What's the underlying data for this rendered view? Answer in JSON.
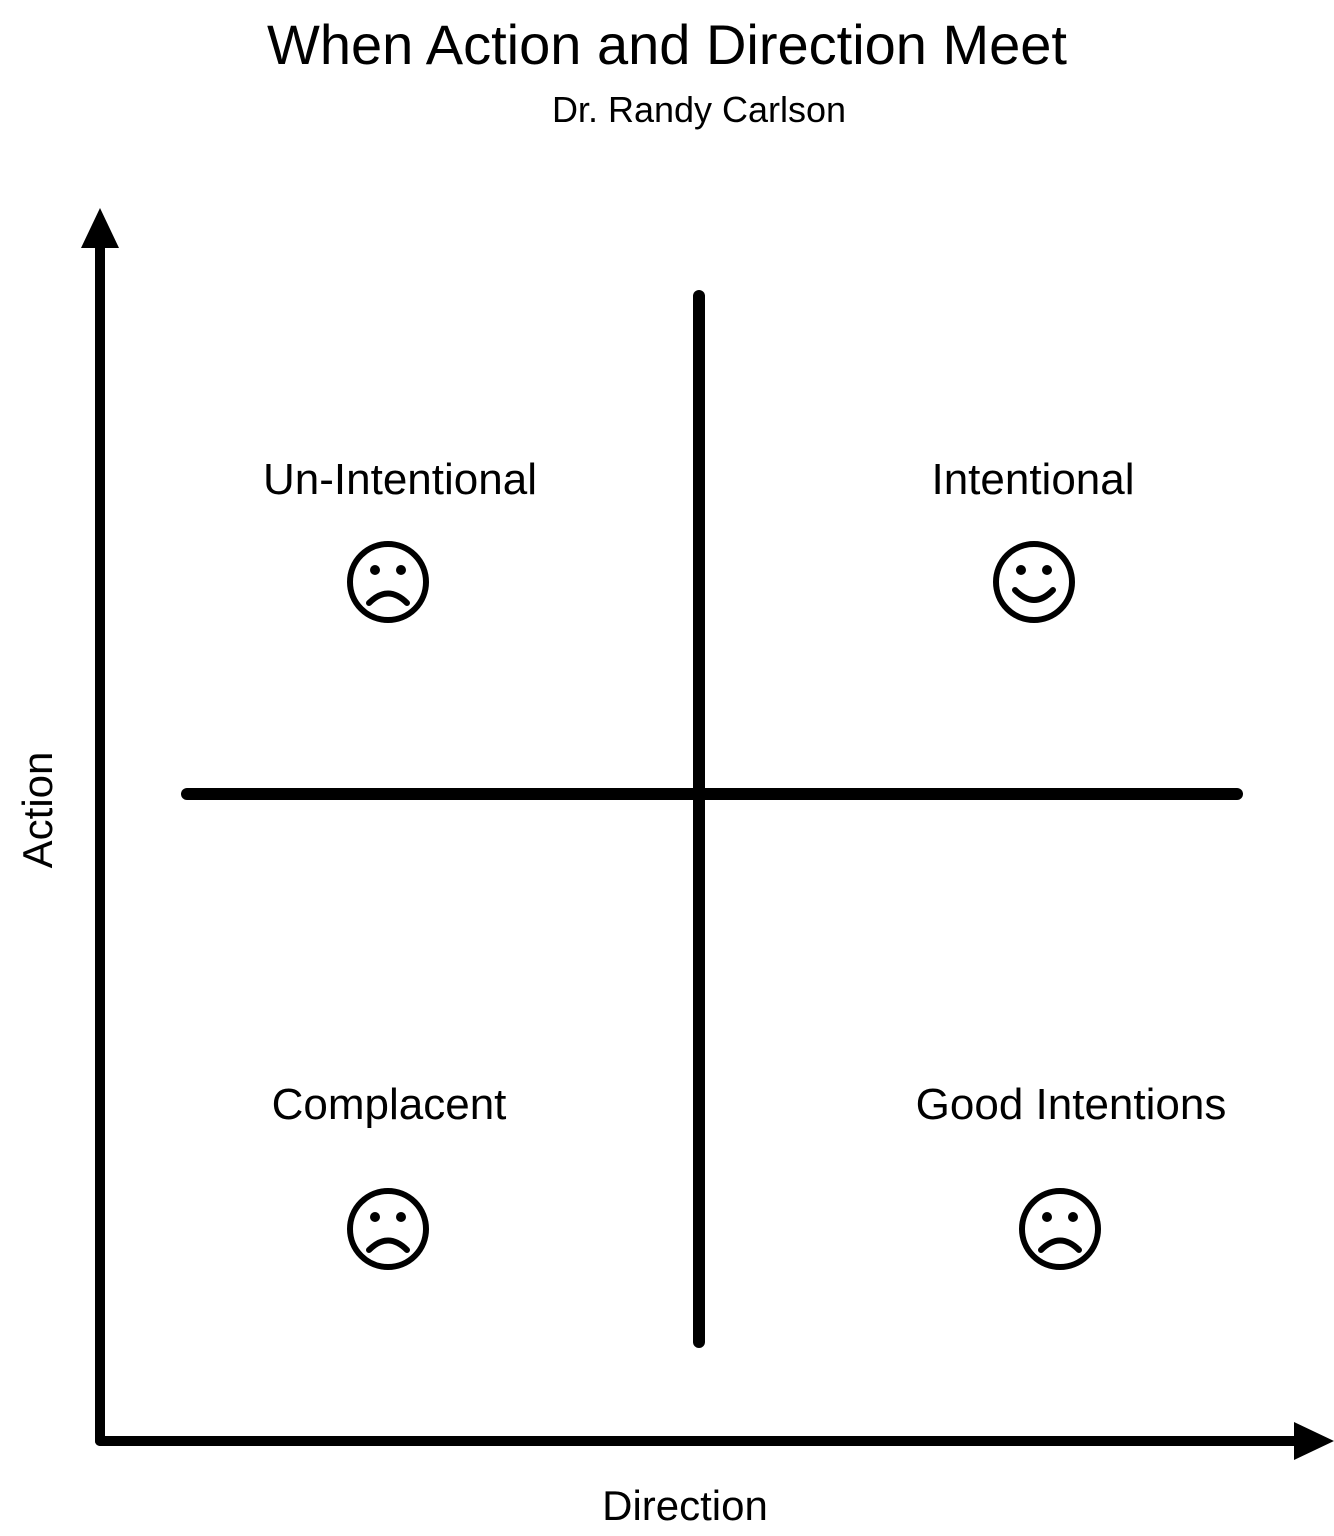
{
  "header": {
    "title": "When Action and Direction Meet",
    "subtitle": "Dr. Randy Carlson"
  },
  "axes": {
    "x_label": "Direction",
    "y_label": "Action"
  },
  "quadrants": [
    {
      "label": "Un-Intentional",
      "face": "frown-face-icon"
    },
    {
      "label": "Intentional",
      "face": "smile-face-icon"
    },
    {
      "label": "Complacent",
      "face": "frown-face-icon"
    },
    {
      "label": "Good Intentions",
      "face": "frown-face-icon"
    }
  ],
  "colors": {
    "ink": "#000000",
    "background": "#ffffff"
  }
}
